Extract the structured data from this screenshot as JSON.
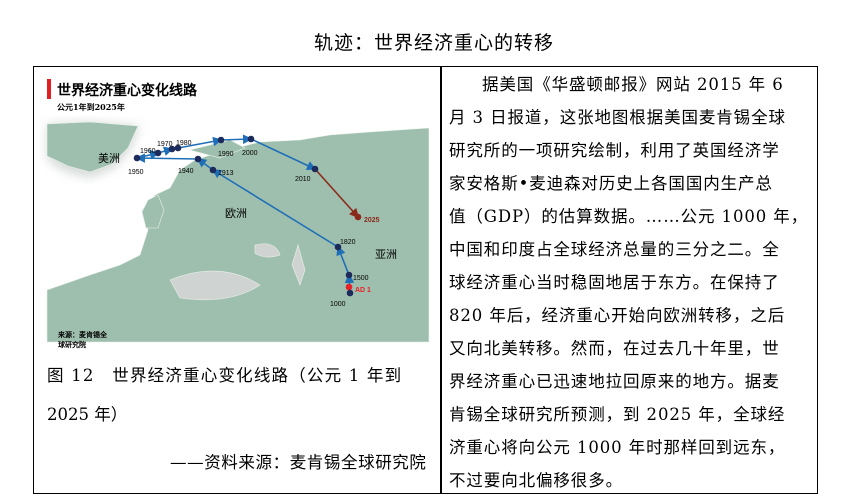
{
  "page_title": "轨迹：世界经济重心的转移",
  "map": {
    "title": "世界经济重心变化线路",
    "subtitle": "公元1年到2025年",
    "source_line1": "来源：麦肯锡全",
    "source_line2": "球研究院",
    "regions": {
      "america": "美洲",
      "europe": "欧洲",
      "asia": "亚洲"
    },
    "points": [
      "1950",
      "1960",
      "1970",
      "1980",
      "1990",
      "2000",
      "2010",
      "2025",
      "1940",
      "1913",
      "1820",
      "1500",
      "AD 1",
      "1000"
    ],
    "colors": {
      "land": "#9fbfae",
      "route": "#1f6fb8",
      "point": "#1c2a5c",
      "future": "#8b2a1a",
      "ad1": "#e8202a",
      "title_bar": "#e0201f"
    }
  },
  "caption": {
    "line1": "图 12　世界经济重心变化线路（公元 1 年到",
    "line2": "2025 年）",
    "source": "——资料来源：麦肯锡全球研究院"
  },
  "article": {
    "lines": [
      "据美国《华盛顿邮报》网站 2015 年 6",
      "月 3 日报道，这张地图根据美国麦肯锡全球",
      "研究所的一项研究绘制，利用了英国经济学",
      "家安格斯•麦迪森对历史上各国国内生产总",
      "值（GDP）的估算数据。……公元 1000 年，",
      "中国和印度占全球经济总量的三分之二。全",
      "球经济重心当时稳固地居于东方。在保持了",
      "820 年后，经济重心开始向欧洲转移，之后",
      "又向北美转移。然而，在过去几十年里，世",
      "界经济重心已迅速地拉回原来的地方。据麦",
      "肯锡全球研究所预测，到 2025 年，全球经",
      "济重心将向公元 1000 年时那样回到远东，",
      "不过要向北偏移很多。"
    ]
  }
}
